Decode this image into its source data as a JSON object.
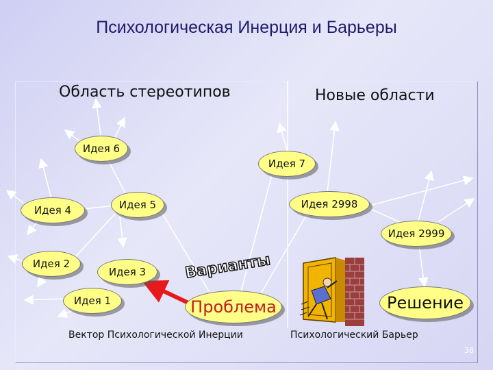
{
  "title": "Психологическая Инерция и Барьеры",
  "regions": {
    "left": "Область стереотипов",
    "right": "Новые области"
  },
  "ideas": {
    "i6": "Идея 6",
    "i7": "Идея 7",
    "i4": "Идея 4",
    "i5": "Идея 5",
    "i2998": "Идея 2998",
    "i2999": "Идея 2999",
    "i2": "Идея 2",
    "i3": "Идея 3",
    "i1": "Идея 1"
  },
  "variants": "Варианты",
  "problem": "Проблема",
  "solution": "Решение",
  "captions": {
    "inertia": "Вектор Психологической Инерции",
    "barrier": "Психологический Барьер"
  },
  "page_number": "38",
  "colors": {
    "ellipse_fill": "#ffff88",
    "arrow_red": "#e8191c",
    "line": "#e0e0ff",
    "title": "#1c1c6a"
  }
}
